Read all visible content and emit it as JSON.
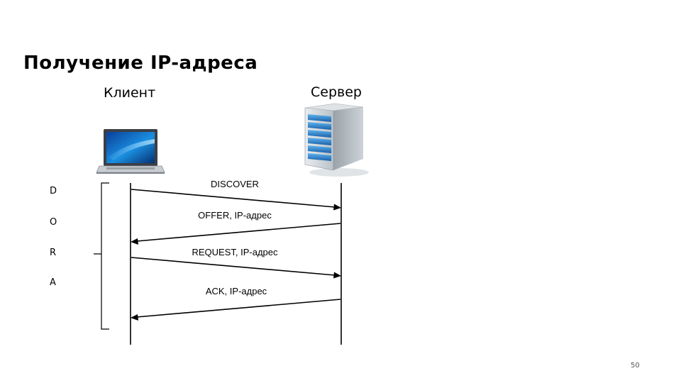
{
  "slide": {
    "title": "Получение IP-адреса",
    "page_number": "50"
  },
  "participants": {
    "client": {
      "label": "Клиент",
      "icon": "laptop-icon"
    },
    "server": {
      "label": "Сервер",
      "icon": "server-icon"
    }
  },
  "dora_letters": [
    "D",
    "O",
    "R",
    "A"
  ],
  "messages": [
    {
      "label": "DISCOVER",
      "direction": "client-to-server"
    },
    {
      "label": "OFFER, IP-адрес",
      "direction": "server-to-client"
    },
    {
      "label": "REQUEST, IP-адрес",
      "direction": "client-to-server"
    },
    {
      "label": "ACK, IP-адрес",
      "direction": "server-to-client"
    }
  ]
}
